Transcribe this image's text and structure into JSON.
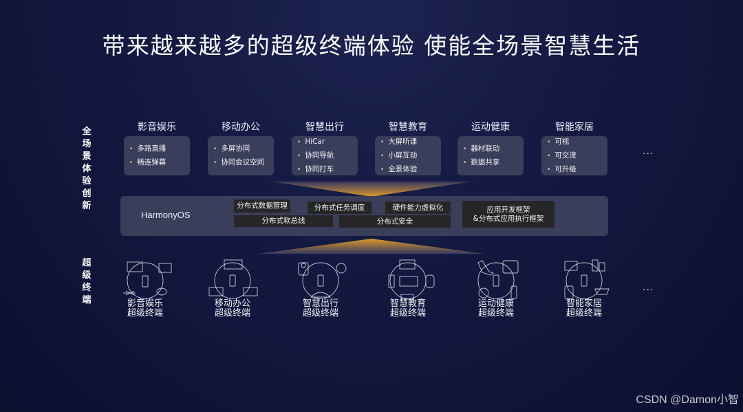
{
  "title": "带来越来越多的超级终端体验 使能全场景智慧生活",
  "left_labels": {
    "top": "全场景体验创新",
    "bottom": "超级终端"
  },
  "scenarios": [
    {
      "heading": "影音娱乐",
      "items": [
        "多路直播",
        "畅连弹幕"
      ]
    },
    {
      "heading": "移动办公",
      "items": [
        "多屏协同",
        "协同会议空间"
      ]
    },
    {
      "heading": "智慧出行",
      "items": [
        "HiCar",
        "协同导航",
        "协同打车"
      ]
    },
    {
      "heading": "智慧教育",
      "items": [
        "大屏听课",
        "小屏互动",
        "全景体验"
      ]
    },
    {
      "heading": "运动健康",
      "items": [
        "器材联动",
        "数据共享"
      ]
    },
    {
      "heading": "智能家居",
      "items": [
        "可视",
        "可交流",
        "可升级"
      ]
    }
  ],
  "ellipsis": "...",
  "os": {
    "name": "HarmonyOS",
    "modules": {
      "data_mgmt": "分布式数据管理",
      "task_sched": "分布式任务调度",
      "hw_virt": "硬件能力虚拟化",
      "soft_bus": "分布式软总线",
      "security": "分布式安全",
      "framework_line1": "应用开发框架",
      "framework_line2": "&分布式应用执行框架"
    }
  },
  "devices": [
    {
      "line1": "影音娱乐",
      "line2": "超级终端",
      "icon": "entertainment-devices-icon"
    },
    {
      "line1": "移动办公",
      "line2": "超级终端",
      "icon": "office-devices-icon"
    },
    {
      "line1": "智慧出行",
      "line2": "超级终端",
      "icon": "travel-devices-icon"
    },
    {
      "line1": "智慧教育",
      "line2": "超级终端",
      "icon": "education-devices-icon"
    },
    {
      "line1": "运动健康",
      "line2": "超级终端",
      "icon": "fitness-devices-icon"
    },
    {
      "line1": "智能家居",
      "line2": "超级终端",
      "icon": "smart-home-devices-icon"
    }
  ],
  "watermark": "CSDN @Damon小智",
  "colors": {
    "background": "#141a42",
    "card": "#3a3e5a",
    "module": "#262628",
    "accent_glow": "#e6a028"
  }
}
